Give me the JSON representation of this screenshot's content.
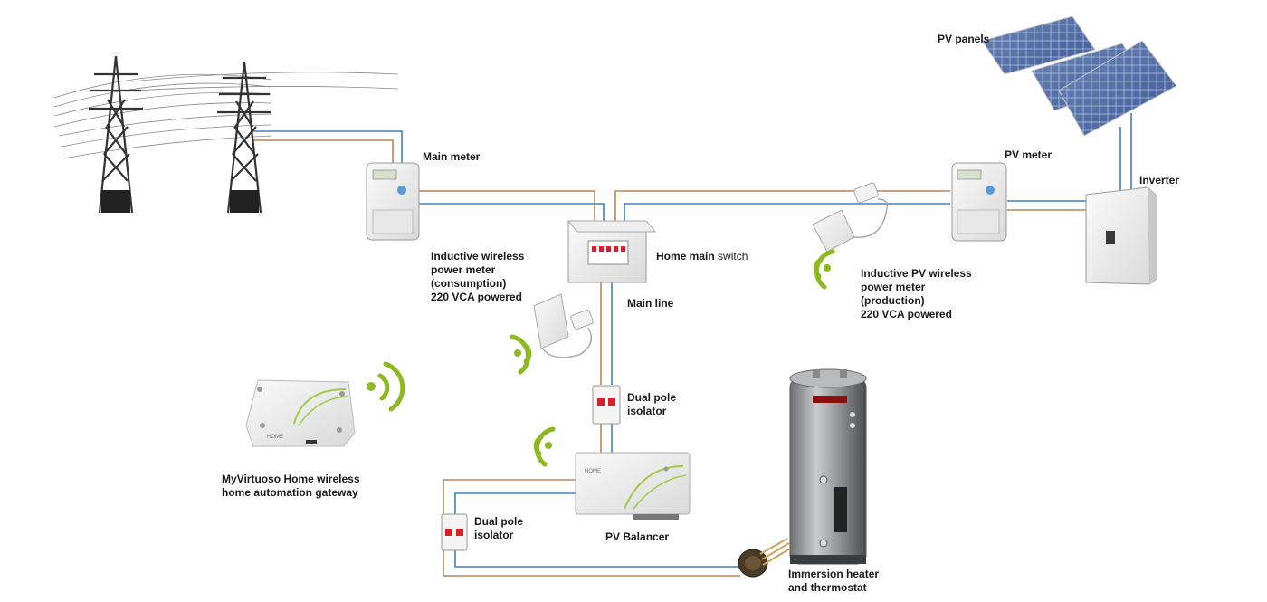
{
  "labels": {
    "pv_panels": "PV panels",
    "main_meter": "Main meter",
    "pv_meter": "PV meter",
    "inverter": "Inverter",
    "home_main_switch": "Home main",
    "home_main_switch_suffix": "switch",
    "main_line": "Main line",
    "inductive_consumption": [
      "Inductive wireless",
      "power meter",
      "(consumption)",
      "220 VCA powered"
    ],
    "inductive_pv": [
      "Inductive PV wireless",
      "power meter",
      "(production)",
      "220 VCA powered"
    ],
    "dual_pole_isolator_1": [
      "Dual pole",
      "isolator"
    ],
    "dual_pole_isolator_2": [
      "Dual pole",
      "isolator"
    ],
    "gateway": [
      "MyVirtuoso Home wireless",
      "home automation gateway"
    ],
    "pv_balancer": "PV Balancer",
    "immersion_heater": [
      "Immersion heater",
      "and thermostat"
    ]
  },
  "device_text": {
    "gateway_logo": "HOME",
    "balancer_logo": "HOME"
  },
  "colors": {
    "live_wire": "#b8875a",
    "neutral_wire": "#3b82c4",
    "wireless": "#8cb820",
    "isolator_red": "#d8202a"
  }
}
